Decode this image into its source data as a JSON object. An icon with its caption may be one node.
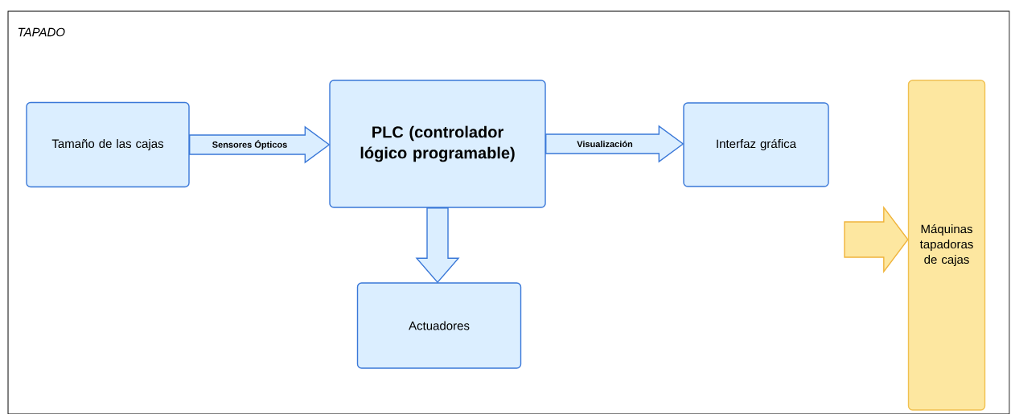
{
  "diagram": {
    "title": "TAPADO",
    "nodes": [
      {
        "text": [
          "Tamaño de las cajas"
        ]
      },
      {
        "text": [
          "PLC (controlador lógico programable)"
        ]
      },
      {
        "text": [
          "Actuadores"
        ]
      },
      {
        "text": [
          "Interfaz gráfica"
        ]
      },
      {
        "text": [
          "Máquinas tapadoras de cajas"
        ]
      }
    ],
    "edges": [
      {
        "from": 0,
        "to": 1,
        "arrow": "to",
        "label": "Sensores Ópticos"
      },
      {
        "from": 1,
        "to": 2,
        "arrow": "to"
      },
      {
        "from": 1,
        "to": 3,
        "arrow": "to",
        "label": "Visualización"
      },
      {
        "from": null,
        "to": 4,
        "arrow": "to",
        "color": "#f0b43c"
      }
    ]
  }
}
